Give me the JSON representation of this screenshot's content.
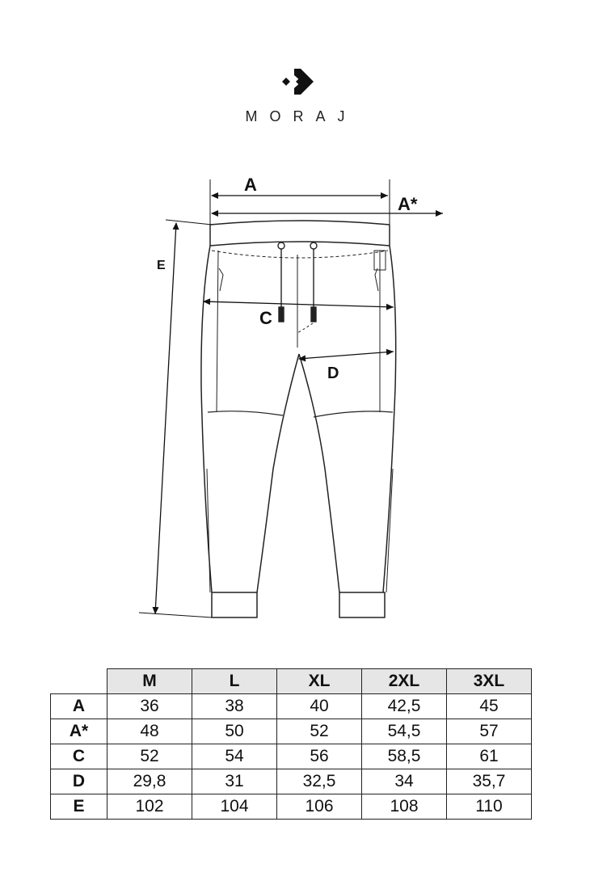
{
  "brand": {
    "name": "MORAJ"
  },
  "diagram": {
    "labels": {
      "a": "A",
      "a_star": "A*",
      "c": "C",
      "d": "D",
      "e": "E"
    }
  },
  "size_table": {
    "columns": [
      "M",
      "L",
      "XL",
      "2XL",
      "3XL"
    ],
    "rows": [
      {
        "label": "A",
        "values": [
          "36",
          "38",
          "40",
          "42,5",
          "45"
        ]
      },
      {
        "label": "A*",
        "values": [
          "48",
          "50",
          "52",
          "54,5",
          "57"
        ]
      },
      {
        "label": "C",
        "values": [
          "52",
          "54",
          "56",
          "58,5",
          "61"
        ]
      },
      {
        "label": "D",
        "values": [
          "29,8",
          "31",
          "32,5",
          "34",
          "35,7"
        ]
      },
      {
        "label": "E",
        "values": [
          "102",
          "104",
          "106",
          "108",
          "110"
        ]
      }
    ]
  }
}
